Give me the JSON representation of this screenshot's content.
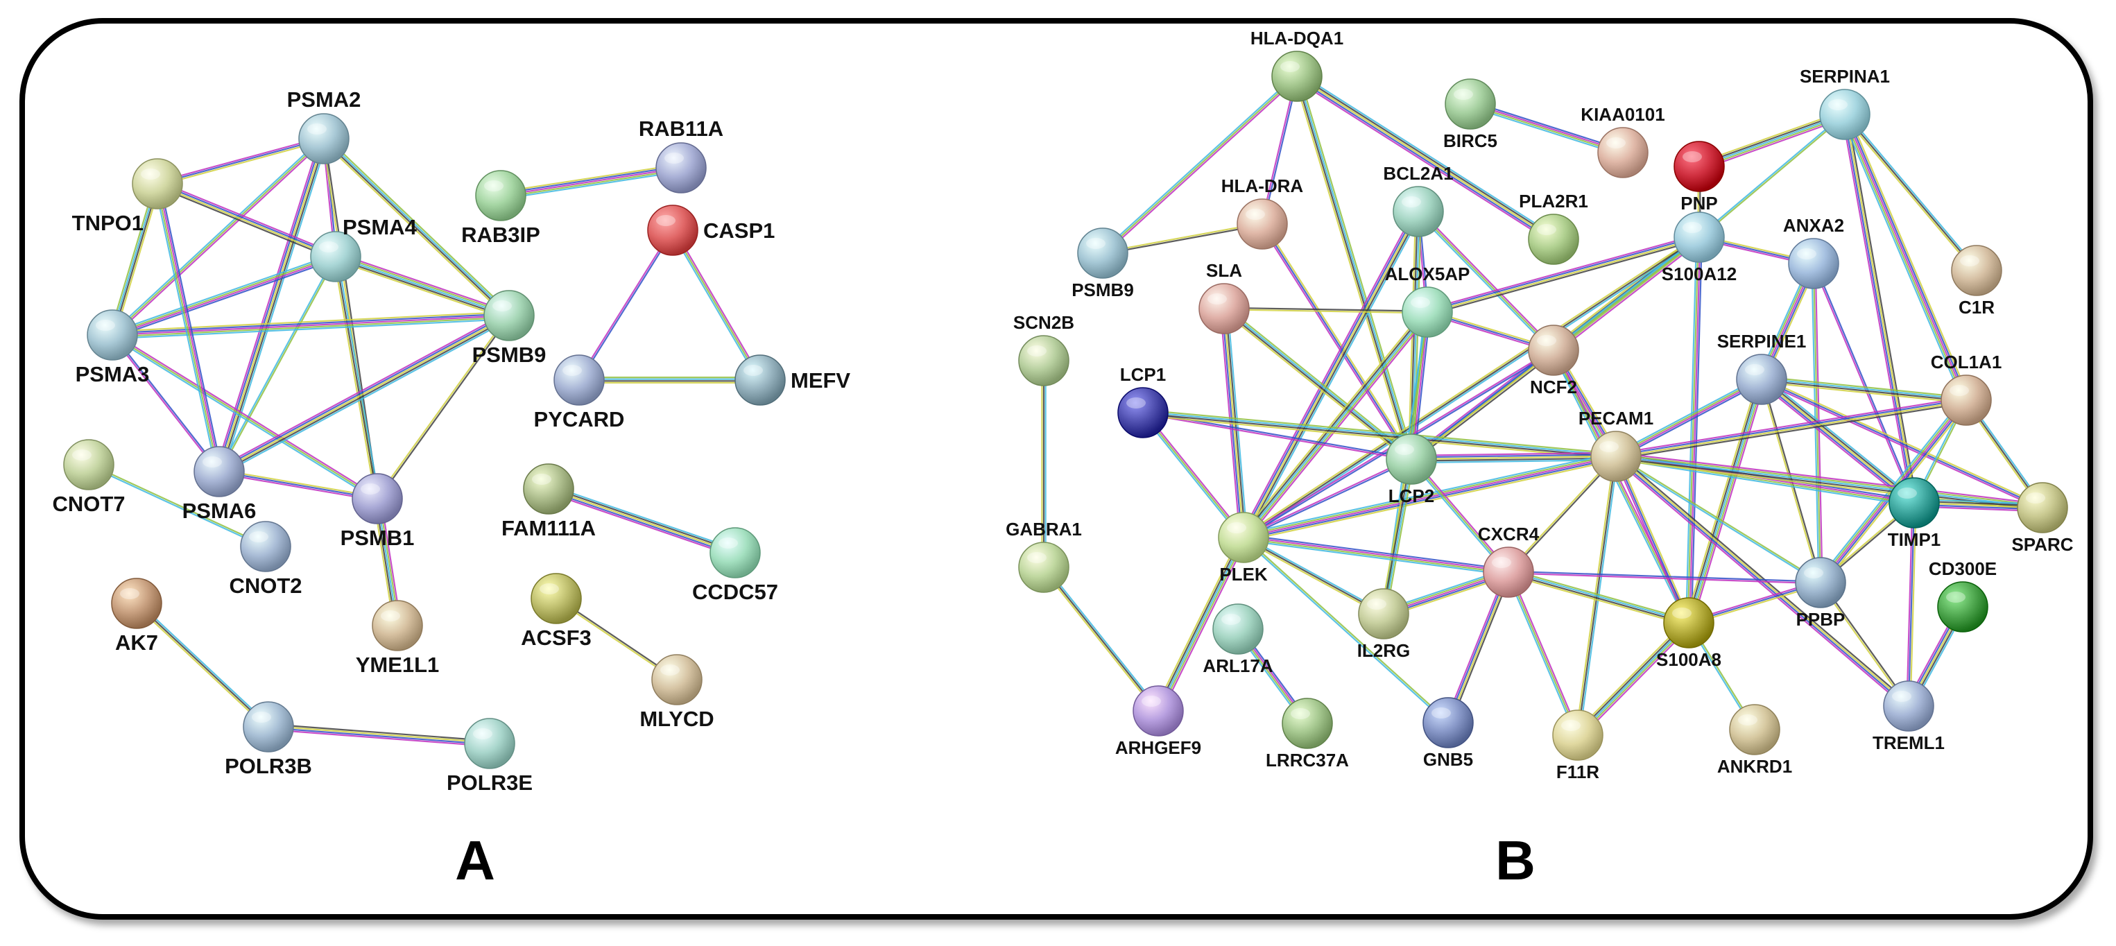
{
  "panels": [
    {
      "label": "A",
      "nodes": [
        {
          "id": "PSMA2",
          "color": "#a9c9d6",
          "label_pos": "top"
        },
        {
          "id": "TNPO1",
          "color": "#d2d8a4",
          "label_pos": "bottom-left"
        },
        {
          "id": "PSMA4",
          "color": "#a9d6d6",
          "label_pos": "top-right"
        },
        {
          "id": "PSMA3",
          "color": "#a9c9d6",
          "label_pos": "bottom"
        },
        {
          "id": "PSMB9",
          "color": "#a6d6b6",
          "label_pos": "bottom"
        },
        {
          "id": "PSMA6",
          "color": "#a9b6d6",
          "label_pos": "bottom"
        },
        {
          "id": "PSMB1",
          "color": "#a9a9d6",
          "label_pos": "bottom"
        },
        {
          "id": "CNOT7",
          "color": "#c6d6a4",
          "label_pos": "bottom"
        },
        {
          "id": "CNOT2",
          "color": "#a9bcd6",
          "label_pos": "bottom"
        },
        {
          "id": "YME1L1",
          "color": "#d6c0a0",
          "label_pos": "bottom"
        },
        {
          "id": "AK7",
          "color": "#c8a080",
          "label_pos": "bottom"
        },
        {
          "id": "POLR3B",
          "color": "#a9c0d6",
          "label_pos": "bottom"
        },
        {
          "id": "POLR3E",
          "color": "#a9d6cc",
          "label_pos": "bottom"
        },
        {
          "id": "RAB3IP",
          "color": "#a6d6a4",
          "label_pos": "bottom"
        },
        {
          "id": "RAB11A",
          "color": "#a9b0d6",
          "label_pos": "top"
        },
        {
          "id": "CASP1",
          "color": "#e06666",
          "label_pos": "right"
        },
        {
          "id": "PYCARD",
          "color": "#a9b6d6",
          "label_pos": "bottom"
        },
        {
          "id": "MEFV",
          "color": "#98b4c0",
          "label_pos": "right"
        },
        {
          "id": "FAM111A",
          "color": "#b0c090",
          "label_pos": "bottom"
        },
        {
          "id": "CCDC57",
          "color": "#a4e0c0",
          "label_pos": "bottom"
        },
        {
          "id": "ACSF3",
          "color": "#c0c070",
          "label_pos": "bottom"
        },
        {
          "id": "MLYCD",
          "color": "#d6c4a4",
          "label_pos": "bottom"
        }
      ],
      "edges": [
        [
          "PSMA2",
          "PSMA4"
        ],
        [
          "PSMA2",
          "PSMA3"
        ],
        [
          "PSMA2",
          "PSMB9"
        ],
        [
          "PSMA2",
          "PSMA6"
        ],
        [
          "PSMA2",
          "PSMB1"
        ],
        [
          "PSMA2",
          "TNPO1"
        ],
        [
          "PSMA4",
          "PSMA3"
        ],
        [
          "PSMA4",
          "PSMB9"
        ],
        [
          "PSMA4",
          "PSMA6"
        ],
        [
          "PSMA4",
          "PSMB1"
        ],
        [
          "PSMA4",
          "TNPO1"
        ],
        [
          "PSMA3",
          "PSMB9"
        ],
        [
          "PSMA3",
          "PSMA6"
        ],
        [
          "PSMA3",
          "PSMB1"
        ],
        [
          "PSMA3",
          "TNPO1"
        ],
        [
          "PSMB9",
          "PSMA6"
        ],
        [
          "PSMB9",
          "PSMB1"
        ],
        [
          "PSMA6",
          "PSMB1"
        ],
        [
          "TNPO1",
          "PSMA6"
        ],
        [
          "PSMB1",
          "YME1L1"
        ],
        [
          "CNOT7",
          "CNOT2"
        ],
        [
          "AK7",
          "POLR3B"
        ],
        [
          "POLR3B",
          "POLR3E"
        ],
        [
          "RAB3IP",
          "RAB11A"
        ],
        [
          "CASP1",
          "PYCARD"
        ],
        [
          "CASP1",
          "MEFV"
        ],
        [
          "PYCARD",
          "MEFV"
        ],
        [
          "FAM111A",
          "CCDC57"
        ],
        [
          "ACSF3",
          "MLYCD"
        ]
      ]
    },
    {
      "label": "B",
      "nodes": [
        {
          "id": "HLA-DQA1",
          "color": "#a6c890",
          "label_pos": "top"
        },
        {
          "id": "BIRC5",
          "color": "#a6d0a0",
          "label_pos": "bottom"
        },
        {
          "id": "KIAA0101",
          "color": "#e0b8a8",
          "label_pos": "top"
        },
        {
          "id": "SERPINA1",
          "color": "#a6d6e0",
          "label_pos": "top"
        },
        {
          "id": "HLA-DRA",
          "color": "#e0b8a8",
          "label_pos": "top"
        },
        {
          "id": "BCL2A1",
          "color": "#a6d6c4",
          "label_pos": "top"
        },
        {
          "id": "PLA2R1",
          "color": "#b0d090",
          "label_pos": "top"
        },
        {
          "id": "PNP",
          "color": "#d03040",
          "label_pos": "bottom"
        },
        {
          "id": "PSMB9",
          "color": "#a6c8d6",
          "label_pos": "bottom"
        },
        {
          "id": "S100A12",
          "color": "#a6d0e0",
          "label_pos": "bottom"
        },
        {
          "id": "ANXA2",
          "color": "#a6c0e0",
          "label_pos": "top"
        },
        {
          "id": "C1R",
          "color": "#d6c0a4",
          "label_pos": "bottom"
        },
        {
          "id": "SLA",
          "color": "#e0b0a8",
          "label_pos": "top"
        },
        {
          "id": "ALOX5AP",
          "color": "#a6e0c0",
          "label_pos": "top"
        },
        {
          "id": "SCN2B",
          "color": "#b8d0a0",
          "label_pos": "top"
        },
        {
          "id": "NCF2",
          "color": "#d6b8a4",
          "label_pos": "bottom"
        },
        {
          "id": "SERPINE1",
          "color": "#a6b8d6",
          "label_pos": "top"
        },
        {
          "id": "COL1A1",
          "color": "#d6b8a0",
          "label_pos": "top"
        },
        {
          "id": "LCP1",
          "color": "#5050b0",
          "label_pos": "top"
        },
        {
          "id": "PECAM1",
          "color": "#d6c8a4",
          "label_pos": "top"
        },
        {
          "id": "LCP2",
          "color": "#a6d6b0",
          "label_pos": "bottom"
        },
        {
          "id": "TIMP1",
          "color": "#40a8a0",
          "label_pos": "bottom"
        },
        {
          "id": "SPARC",
          "color": "#c8c890",
          "label_pos": "bottom"
        },
        {
          "id": "GABRA1",
          "color": "#c0d8a0",
          "label_pos": "top"
        },
        {
          "id": "PLEK",
          "color": "#c8e0a0",
          "label_pos": "bottom"
        },
        {
          "id": "CXCR4",
          "color": "#e0a8a8",
          "label_pos": "top"
        },
        {
          "id": "CD300E",
          "color": "#50a850",
          "label_pos": "top"
        },
        {
          "id": "PPBP",
          "color": "#a0b8d0",
          "label_pos": "bottom"
        },
        {
          "id": "IL2RG",
          "color": "#c8d0a0",
          "label_pos": "bottom"
        },
        {
          "id": "ARL17A",
          "color": "#a6d6c4",
          "label_pos": "bottom"
        },
        {
          "id": "S100A8",
          "color": "#b8b040",
          "label_pos": "bottom"
        },
        {
          "id": "ARHGEF9",
          "color": "#b8a0e0",
          "label_pos": "bottom"
        },
        {
          "id": "LRRC37A",
          "color": "#a6c890",
          "label_pos": "bottom"
        },
        {
          "id": "GNB5",
          "color": "#8898c8",
          "label_pos": "bottom"
        },
        {
          "id": "F11R",
          "color": "#e0d8a0",
          "label_pos": "bottom"
        },
        {
          "id": "ANKRD1",
          "color": "#d6c8a0",
          "label_pos": "bottom"
        },
        {
          "id": "TREML1",
          "color": "#a8b8d8",
          "label_pos": "bottom"
        }
      ],
      "edges": [
        [
          "HLA-DQA1",
          "HLA-DRA"
        ],
        [
          "HLA-DQA1",
          "PSMB9"
        ],
        [
          "HLA-DQA1",
          "LCP2"
        ],
        [
          "HLA-DQA1",
          "PLA2R1"
        ],
        [
          "HLA-DRA",
          "PSMB9"
        ],
        [
          "HLA-DRA",
          "LCP2"
        ],
        [
          "BIRC5",
          "KIAA0101"
        ],
        [
          "SERPINA1",
          "PNP"
        ],
        [
          "SERPINA1",
          "S100A12"
        ],
        [
          "SERPINA1",
          "C1R"
        ],
        [
          "SERPINA1",
          "TIMP1"
        ],
        [
          "SERPINA1",
          "COL1A1"
        ],
        [
          "BCL2A1",
          "ALOX5AP"
        ],
        [
          "BCL2A1",
          "NCF2"
        ],
        [
          "BCL2A1",
          "LCP2"
        ],
        [
          "BCL2A1",
          "PLEK"
        ],
        [
          "PNP",
          "S100A12"
        ],
        [
          "S100A12",
          "ANXA2"
        ],
        [
          "S100A12",
          "S100A8"
        ],
        [
          "S100A12",
          "NCF2"
        ],
        [
          "S100A12",
          "LCP2"
        ],
        [
          "S100A12",
          "PLEK"
        ],
        [
          "S100A12",
          "ALOX5AP"
        ],
        [
          "ANXA2",
          "SERPINE1"
        ],
        [
          "ANXA2",
          "TIMP1"
        ],
        [
          "ANXA2",
          "PPBP"
        ],
        [
          "SLA",
          "LCP2"
        ],
        [
          "SLA",
          "PLEK"
        ],
        [
          "SLA",
          "ALOX5AP"
        ],
        [
          "ALOX5AP",
          "NCF2"
        ],
        [
          "ALOX5AP",
          "LCP2"
        ],
        [
          "ALOX5AP",
          "PLEK"
        ],
        [
          "ALOX5AP",
          "IL2RG"
        ],
        [
          "SCN2B",
          "GABRA1"
        ],
        [
          "NCF2",
          "LCP2"
        ],
        [
          "NCF2",
          "PECAM1"
        ],
        [
          "NCF2",
          "PLEK"
        ],
        [
          "NCF2",
          "S100A8"
        ],
        [
          "SERPINE1",
          "COL1A1"
        ],
        [
          "SERPINE1",
          "TIMP1"
        ],
        [
          "SERPINE1",
          "PPBP"
        ],
        [
          "SERPINE1",
          "SPARC"
        ],
        [
          "SERPINE1",
          "PECAM1"
        ],
        [
          "SERPINE1",
          "S100A8"
        ],
        [
          "COL1A1",
          "TIMP1"
        ],
        [
          "COL1A1",
          "SPARC"
        ],
        [
          "COL1A1",
          "PECAM1"
        ],
        [
          "COL1A1",
          "PPBP"
        ],
        [
          "LCP1",
          "LCP2"
        ],
        [
          "LCP1",
          "PLEK"
        ],
        [
          "LCP1",
          "PECAM1"
        ],
        [
          "PECAM1",
          "LCP2"
        ],
        [
          "PECAM1",
          "CXCR4"
        ],
        [
          "PECAM1",
          "S100A8"
        ],
        [
          "PECAM1",
          "TIMP1"
        ],
        [
          "PECAM1",
          "SPARC"
        ],
        [
          "PECAM1",
          "PPBP"
        ],
        [
          "PECAM1",
          "F11R"
        ],
        [
          "PECAM1",
          "TREML1"
        ],
        [
          "PECAM1",
          "PLEK"
        ],
        [
          "LCP2",
          "PLEK"
        ],
        [
          "LCP2",
          "CXCR4"
        ],
        [
          "LCP2",
          "IL2RG"
        ],
        [
          "TIMP1",
          "SPARC"
        ],
        [
          "TIMP1",
          "PPBP"
        ],
        [
          "TIMP1",
          "TREML1"
        ],
        [
          "PLEK",
          "CXCR4"
        ],
        [
          "PLEK",
          "ARHGEF9"
        ],
        [
          "PLEK",
          "GNB5"
        ],
        [
          "PLEK",
          "IL2RG"
        ],
        [
          "CXCR4",
          "GNB5"
        ],
        [
          "CXCR4",
          "IL2RG"
        ],
        [
          "CXCR4",
          "PPBP"
        ],
        [
          "CXCR4",
          "F11R"
        ],
        [
          "CXCR4",
          "S100A8"
        ],
        [
          "CD300E",
          "TREML1"
        ],
        [
          "PPBP",
          "TREML1"
        ],
        [
          "PPBP",
          "S100A8"
        ],
        [
          "ARL17A",
          "LRRC37A"
        ],
        [
          "S100A8",
          "F11R"
        ],
        [
          "S100A8",
          "ANKRD1"
        ],
        [
          "GABRA1",
          "ARHGEF9"
        ]
      ]
    }
  ]
}
